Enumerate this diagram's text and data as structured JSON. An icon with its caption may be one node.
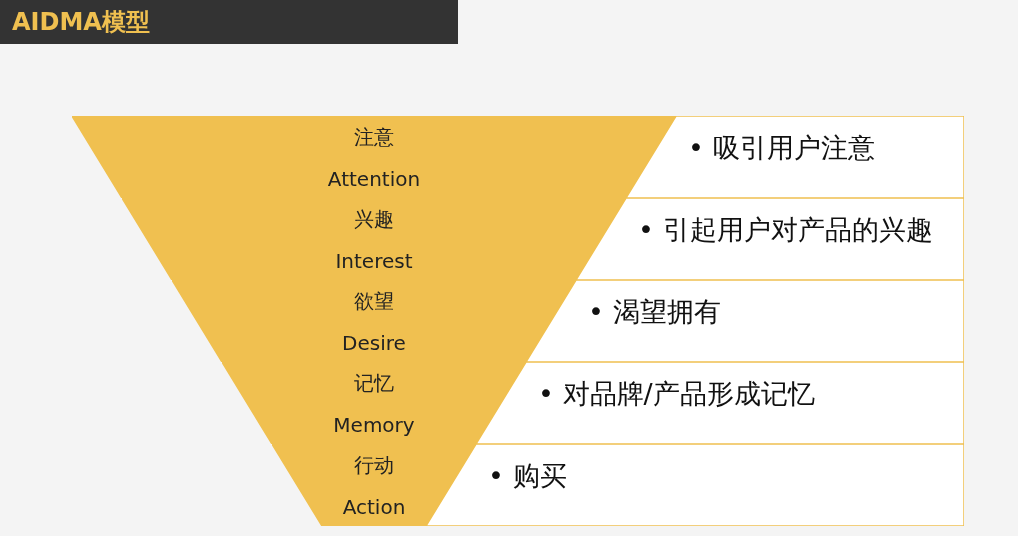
{
  "diagram": {
    "title": "AIDMA模型",
    "nodes": [
      {
        "text": [
          "注意",
          "Attention"
        ]
      },
      {
        "text": [
          "• 吸引用户注意"
        ]
      },
      {
        "text": [
          "兴趣",
          "Interest"
        ]
      },
      {
        "text": [
          "• 引起用户对产品的兴趣"
        ]
      },
      {
        "text": [
          "欲望",
          "Desire"
        ]
      },
      {
        "text": [
          "• 渴望拥有"
        ]
      },
      {
        "text": [
          "记忆",
          "Memory"
        ]
      },
      {
        "text": [
          "• 对品牌/产品形成记忆"
        ]
      },
      {
        "text": [
          "行动",
          "Action"
        ]
      },
      {
        "text": [
          "• 购买"
        ]
      }
    ],
    "edges": []
  }
}
